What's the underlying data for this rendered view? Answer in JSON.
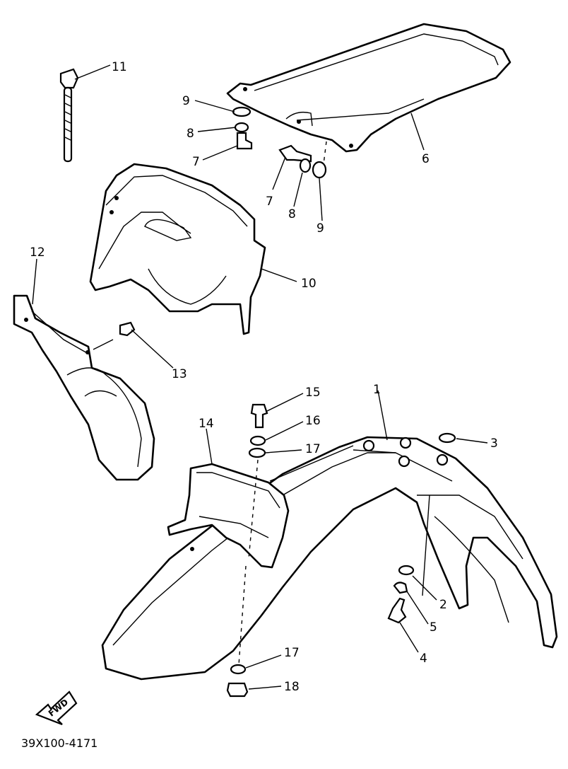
{
  "callouts": {
    "c1": "1",
    "c2": "2",
    "c3": "3",
    "c4": "4",
    "c5": "5",
    "c6": "6",
    "c7a": "7",
    "c7b": "7",
    "c8a": "8",
    "c8b": "8",
    "c9a": "9",
    "c9b": "9",
    "c10": "10",
    "c11": "11",
    "c12": "12",
    "c13": "13",
    "c14": "14",
    "c15": "15",
    "c16": "16",
    "c17a": "17",
    "c17b": "17",
    "c18": "18"
  },
  "fwd_label": "FWD",
  "diagram_code": "39X100-4171"
}
